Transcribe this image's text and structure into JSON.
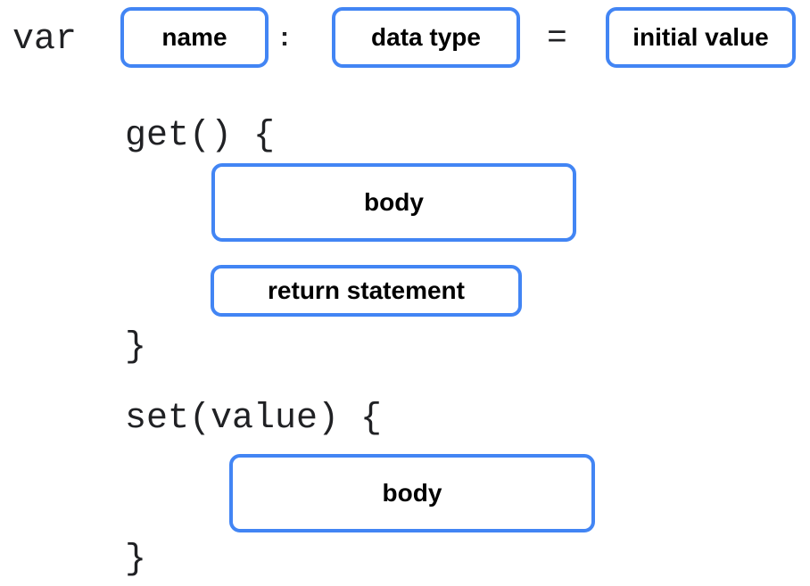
{
  "declaration": {
    "keyword": "var",
    "name_label": "name",
    "colon": ":",
    "type_label": "data type",
    "equals": "=",
    "initial_label": "initial value"
  },
  "getter": {
    "header": "get() {",
    "body_label": "body",
    "return_label": "return statement",
    "close": "}"
  },
  "setter": {
    "header": "set(value) {",
    "body_label": "body",
    "close": "}"
  },
  "colors": {
    "box_border": "#4285f4",
    "text": "#202124"
  }
}
